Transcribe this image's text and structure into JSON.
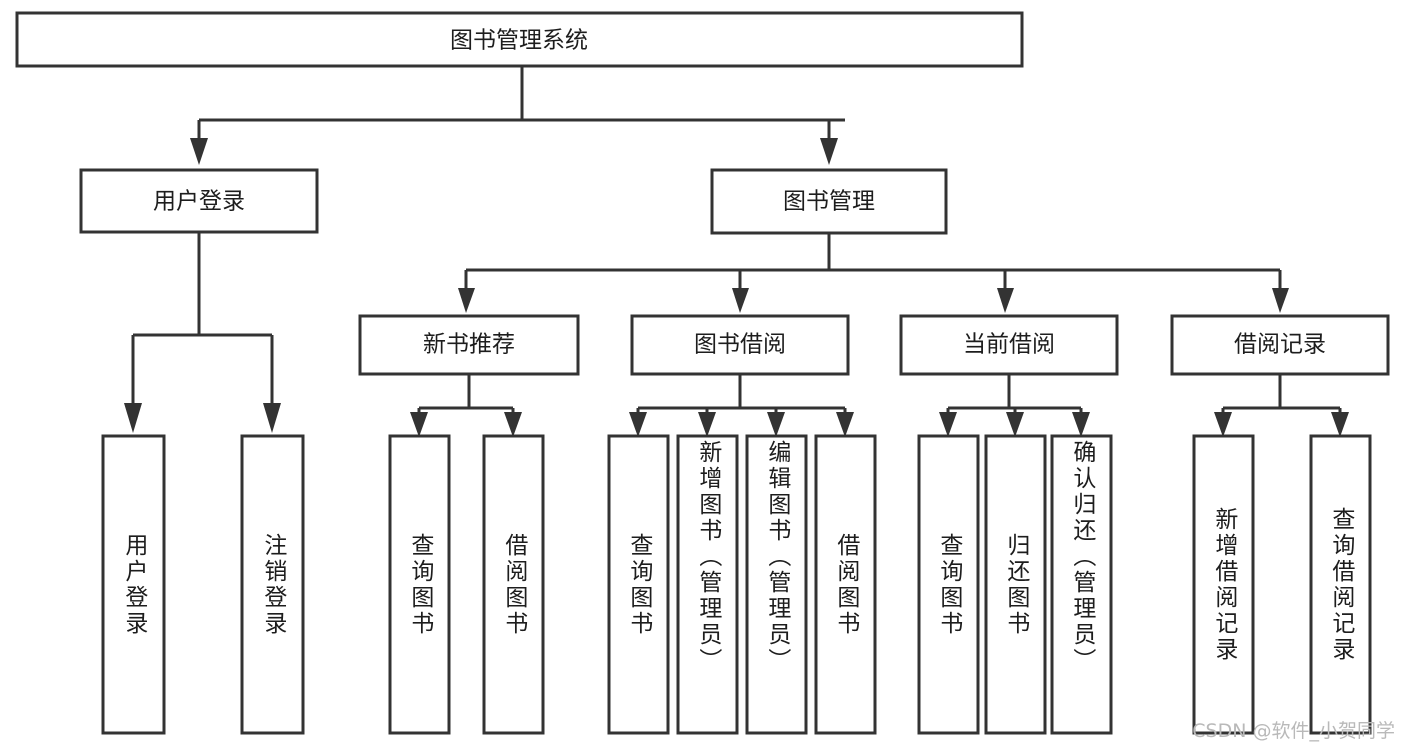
{
  "diagram": {
    "title": "图书管理系统",
    "type": "tree",
    "orientation": "top-down",
    "colors": {
      "box_stroke": "#333333",
      "box_fill": "#ffffff",
      "text": "#1d1d1d",
      "background": "#ffffff",
      "watermark": "#b9b9b9"
    },
    "root": {
      "label": "图书管理系统"
    },
    "level2": [
      {
        "label": "用户登录"
      },
      {
        "label": "图书管理"
      }
    ],
    "level3": [
      {
        "label": "新书推荐"
      },
      {
        "label": "图书借阅"
      },
      {
        "label": "当前借阅"
      },
      {
        "label": "借阅记录"
      }
    ],
    "leaves": {
      "user_login": [
        {
          "label": "用户登录"
        },
        {
          "label": "注销登录"
        }
      ],
      "new_book_recommend": [
        {
          "label": "查询图书"
        },
        {
          "label": "借阅图书"
        }
      ],
      "book_borrow": [
        {
          "label": "查询图书"
        },
        {
          "label": "新增图书（管理员）"
        },
        {
          "label": "编辑图书（管理员）"
        },
        {
          "label": "借阅图书"
        }
      ],
      "current_borrow": [
        {
          "label": "查询图书"
        },
        {
          "label": "归还图书"
        },
        {
          "label": "确认归还（管理员）"
        }
      ],
      "borrow_records": [
        {
          "label": "新增借阅记录"
        },
        {
          "label": "查询借阅记录"
        }
      ]
    }
  },
  "watermark": {
    "text": "CSDN @软件_小贺同学"
  }
}
